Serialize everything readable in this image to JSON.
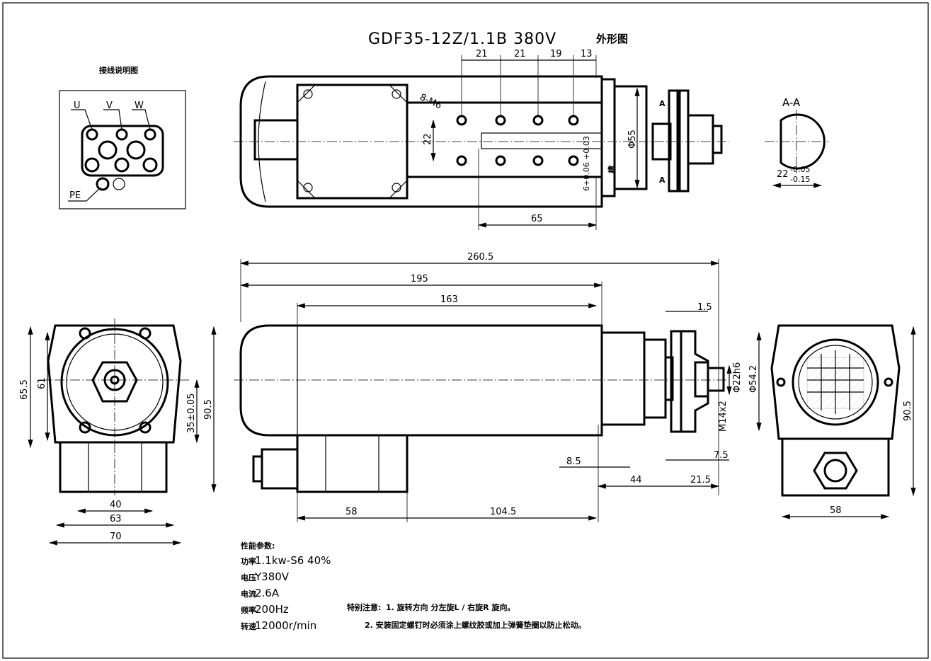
{
  "title": {
    "model": "GDF35-12Z/1.1B 380V",
    "suffix": "外形图"
  },
  "wiring": {
    "title": "接线说明图",
    "u": "U",
    "v": "V",
    "w": "W",
    "pe": "PE"
  },
  "section": {
    "label": "A-A",
    "marker": "A",
    "dim_base": "22",
    "tol_upper": "-0.05",
    "tol_lower": "-0.15"
  },
  "top_view": {
    "d1": "21",
    "d2": "21",
    "d3": "19",
    "d4": "13",
    "holes": "8-M6",
    "d22": "22",
    "d65": "65",
    "phi55": "Φ55",
    "tol": "6+0.06 +0.03",
    "slot": "槽"
  },
  "front_view": {
    "d260": "260.5",
    "d195": "195",
    "d163": "163",
    "d1_5": "1.5",
    "phi22": "Φ22h6",
    "phi54": "Φ54.2",
    "m14": "M14x2",
    "d7_5": "7.5",
    "d8_5": "8.5",
    "d44": "44",
    "d21_5": "21.5",
    "d58": "58",
    "d104": "104.5"
  },
  "left_view": {
    "d65_5": "65.5",
    "d61": "61",
    "d35": "35±0.05",
    "d90": "90.5",
    "d40": "40",
    "d63": "63",
    "d70": "70"
  },
  "right_view": {
    "d90": "90.5",
    "d58": "58"
  },
  "specs": {
    "header": "性能参数:",
    "rows": [
      {
        "label": "功率",
        "value": "1.1kw-S6  40%"
      },
      {
        "label": "电压",
        "value": "Y380V"
      },
      {
        "label": "电流",
        "value": "2.6A"
      },
      {
        "label": "频率",
        "value": "200Hz"
      },
      {
        "label": "转速",
        "value": "12000r/min"
      }
    ]
  },
  "notes": {
    "header": "特别注意:",
    "n1": "1. 旋转方向 分左旋L / 右旋R 旋向。",
    "n2": "2. 安装固定螺钉时必须涂上螺纹胶或加上弹簧垫圈以防止松动。"
  }
}
